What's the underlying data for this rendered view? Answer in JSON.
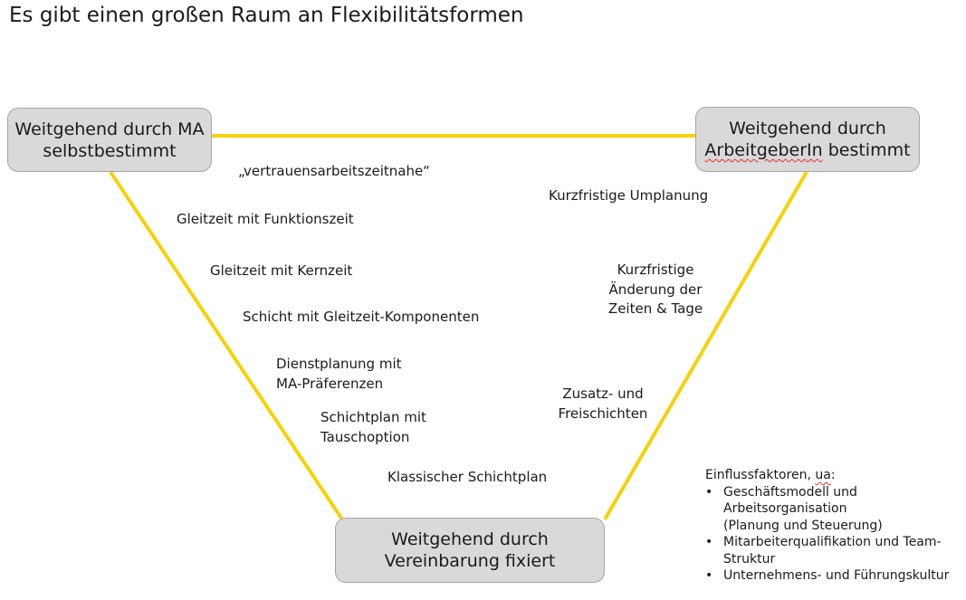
{
  "title": "Es gibt einen großen Raum an Flexibilitätsformen",
  "corners": {
    "top_left": {
      "line1": "Weitgehend durch MA",
      "line2": "selbstbestimmt"
    },
    "top_right": {
      "line1": "Weitgehend durch",
      "line2_marked": "ArbeitgeberIn",
      "line2_rest": " bestimmt"
    },
    "bottom": {
      "line1": "Weitgehend durch",
      "line2": "Vereinbarung fixiert"
    }
  },
  "left_labels": {
    "vertrauen": "„vertrauensarbeitszeitnahe“",
    "gleitzeit_funktion": "Gleitzeit mit Funktionszeit",
    "gleitzeit_kern": "Gleitzeit mit Kernzeit",
    "schicht_gleitzeit": "Schicht mit Gleitzeit-Komponenten",
    "dienstplanung": {
      "line1": "Dienstplanung mit",
      "line2": "MA-Präferenzen"
    },
    "schichtplan_tausch": {
      "line1": "Schichtplan mit",
      "line2": "Tauschoption"
    },
    "klassisch": "Klassischer Schichtplan"
  },
  "right_labels": {
    "umplanung": "Kurzfristige Umplanung",
    "aenderung": {
      "line1": "Kurzfristige",
      "line2": "Änderung der",
      "line3": "Zeiten & Tage"
    },
    "zusatz": {
      "line1": "Zusatz- und",
      "line2": "Freischichten"
    }
  },
  "factors": {
    "heading_main": "Einflussfaktoren, ",
    "heading_marked": "ua",
    "heading_end": ":",
    "items": [
      {
        "line1": "Geschäftsmodell und",
        "line2": "Arbeitsorganisation",
        "line3": "(Planung und Steuerung)"
      },
      {
        "line1": "Mitarbeiterqualifikation und Team-",
        "line2": "Struktur"
      },
      {
        "line1": "Unternehmens- und Führungskultur"
      }
    ]
  },
  "colors": {
    "connector": "#f5d20a",
    "box_fill": "#d9d9d9",
    "box_border": "#a6a6a6",
    "spellcheck": "#e0302a"
  }
}
